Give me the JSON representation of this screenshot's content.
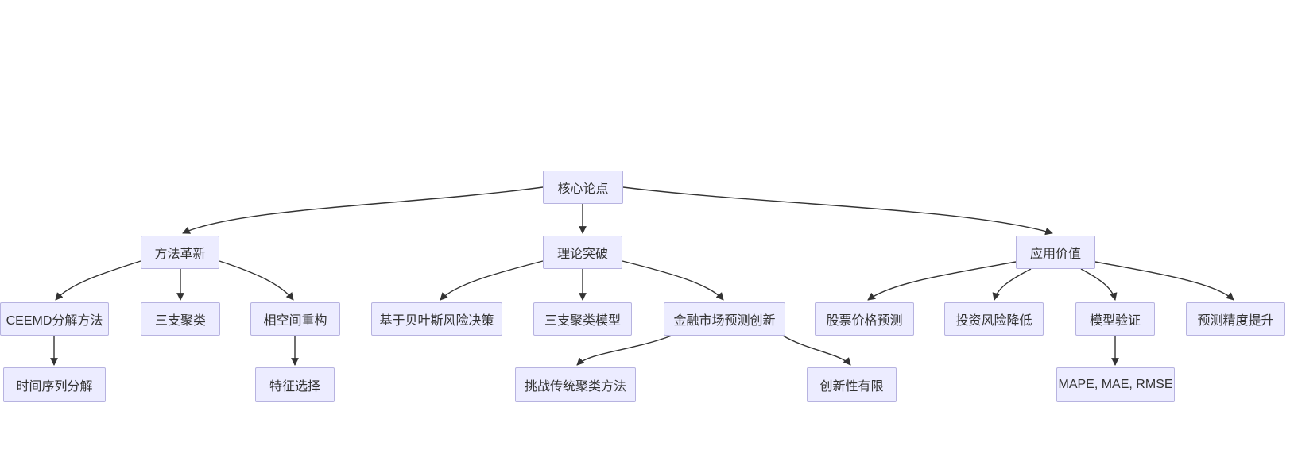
{
  "diagram": {
    "type": "flowchart-top-down",
    "background_color": "#ffffff",
    "node_fill_color": "#ECECFF",
    "node_border_color": "#b7b3e0",
    "edge_color": "#333333",
    "text_color": "#333333",
    "nodes": [
      {
        "id": "core-thesis",
        "label": "核心论点"
      },
      {
        "id": "method-innovation",
        "label": "方法革新"
      },
      {
        "id": "theoretical-breakthrough",
        "label": "理论突破"
      },
      {
        "id": "application-value",
        "label": "应用价值"
      },
      {
        "id": "ceemd-decomposition",
        "label": "CEEMD分解方法"
      },
      {
        "id": "three-way-clustering",
        "label": "三支聚类"
      },
      {
        "id": "phase-space-reconstruction",
        "label": "相空间重构"
      },
      {
        "id": "bayesian-risk-decision",
        "label": "基于贝叶斯风险决策"
      },
      {
        "id": "three-way-clustering-model",
        "label": "三支聚类模型"
      },
      {
        "id": "financial-market-forecast-innovation",
        "label": "金融市场预测创新"
      },
      {
        "id": "stock-price-prediction",
        "label": "股票价格预测"
      },
      {
        "id": "investment-risk-reduction",
        "label": "投资风险降低"
      },
      {
        "id": "model-validation",
        "label": "模型验证"
      },
      {
        "id": "forecast-accuracy-improvement",
        "label": "预测精度提升"
      },
      {
        "id": "time-series-decomposition",
        "label": "时间序列分解"
      },
      {
        "id": "feature-selection",
        "label": "特征选择"
      },
      {
        "id": "challenge-traditional-clustering",
        "label": "挑战传统聚类方法"
      },
      {
        "id": "limited-novelty",
        "label": "创新性有限"
      },
      {
        "id": "mape-mae-rmse",
        "label": "MAPE, MAE, RMSE"
      }
    ],
    "edges": [
      {
        "from": "core-thesis",
        "to": "method-innovation"
      },
      {
        "from": "core-thesis",
        "to": "theoretical-breakthrough"
      },
      {
        "from": "core-thesis",
        "to": "application-value"
      },
      {
        "from": "method-innovation",
        "to": "ceemd-decomposition"
      },
      {
        "from": "method-innovation",
        "to": "three-way-clustering"
      },
      {
        "from": "method-innovation",
        "to": "phase-space-reconstruction"
      },
      {
        "from": "theoretical-breakthrough",
        "to": "bayesian-risk-decision"
      },
      {
        "from": "theoretical-breakthrough",
        "to": "three-way-clustering-model"
      },
      {
        "from": "theoretical-breakthrough",
        "to": "financial-market-forecast-innovation"
      },
      {
        "from": "application-value",
        "to": "stock-price-prediction"
      },
      {
        "from": "application-value",
        "to": "investment-risk-reduction"
      },
      {
        "from": "application-value",
        "to": "model-validation"
      },
      {
        "from": "application-value",
        "to": "forecast-accuracy-improvement"
      },
      {
        "from": "ceemd-decomposition",
        "to": "time-series-decomposition"
      },
      {
        "from": "phase-space-reconstruction",
        "to": "feature-selection"
      },
      {
        "from": "financial-market-forecast-innovation",
        "to": "challenge-traditional-clustering"
      },
      {
        "from": "financial-market-forecast-innovation",
        "to": "limited-novelty"
      },
      {
        "from": "model-validation",
        "to": "mape-mae-rmse"
      }
    ]
  }
}
